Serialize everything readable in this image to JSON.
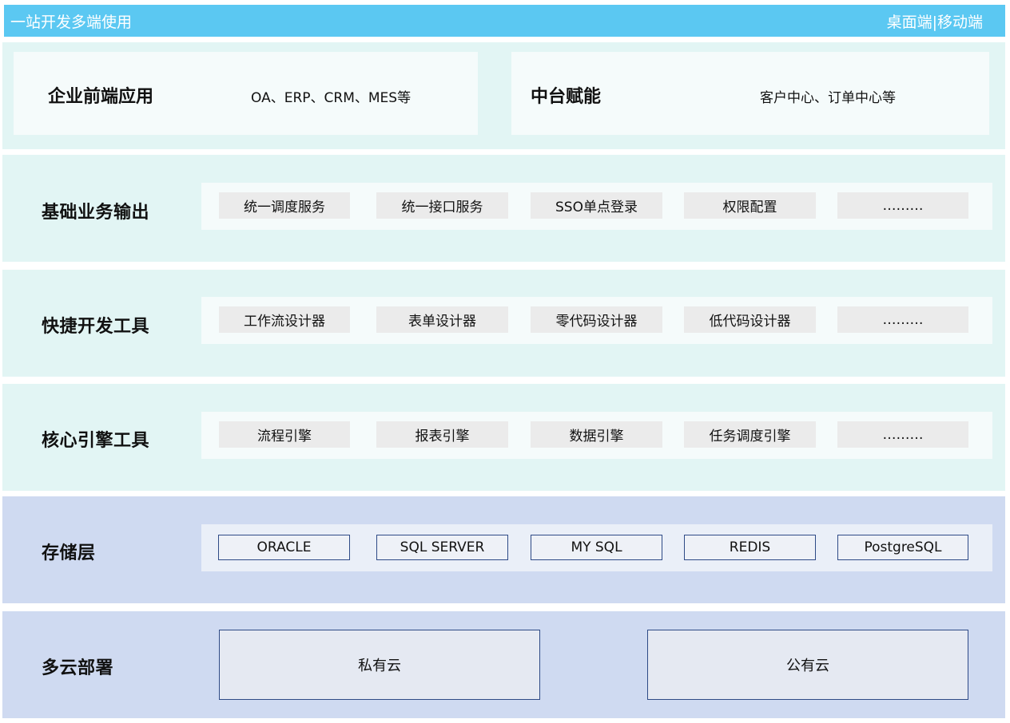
{
  "header": {
    "title": "一站开发多端使用",
    "platforms": "桌面端|移动端"
  },
  "top": [
    {
      "title": "企业前端应用",
      "desc": "OA、ERP、CRM、MES等"
    },
    {
      "title": "中台赋能",
      "desc": "客户中心、订单中心等"
    }
  ],
  "layers": [
    {
      "title": "基础业务输出",
      "items": [
        "统一调度服务",
        "统一接口服务",
        "SSO单点登录",
        "权限配置",
        "………"
      ]
    },
    {
      "title": "快捷开发工具",
      "items": [
        "工作流设计器",
        "表单设计器",
        "零代码设计器",
        "低代码设计器",
        "………"
      ]
    },
    {
      "title": "核心引擎工具",
      "items": [
        "流程引擎",
        "报表引擎",
        "数据引擎",
        "任务调度引擎",
        "………"
      ]
    }
  ],
  "storage": {
    "title": "存储层",
    "items": [
      "ORACLE",
      "SQL SERVER",
      "MY SQL",
      "REDIS",
      "PostgreSQL"
    ]
  },
  "deploy": {
    "title": "多云部署",
    "items": [
      "私有云",
      "公有云"
    ]
  },
  "colors": {
    "header": "#5bc8f2",
    "teal_band": "#e2f5f4",
    "blue_band": "#cfdaf1",
    "outline": "#2e4a86"
  }
}
